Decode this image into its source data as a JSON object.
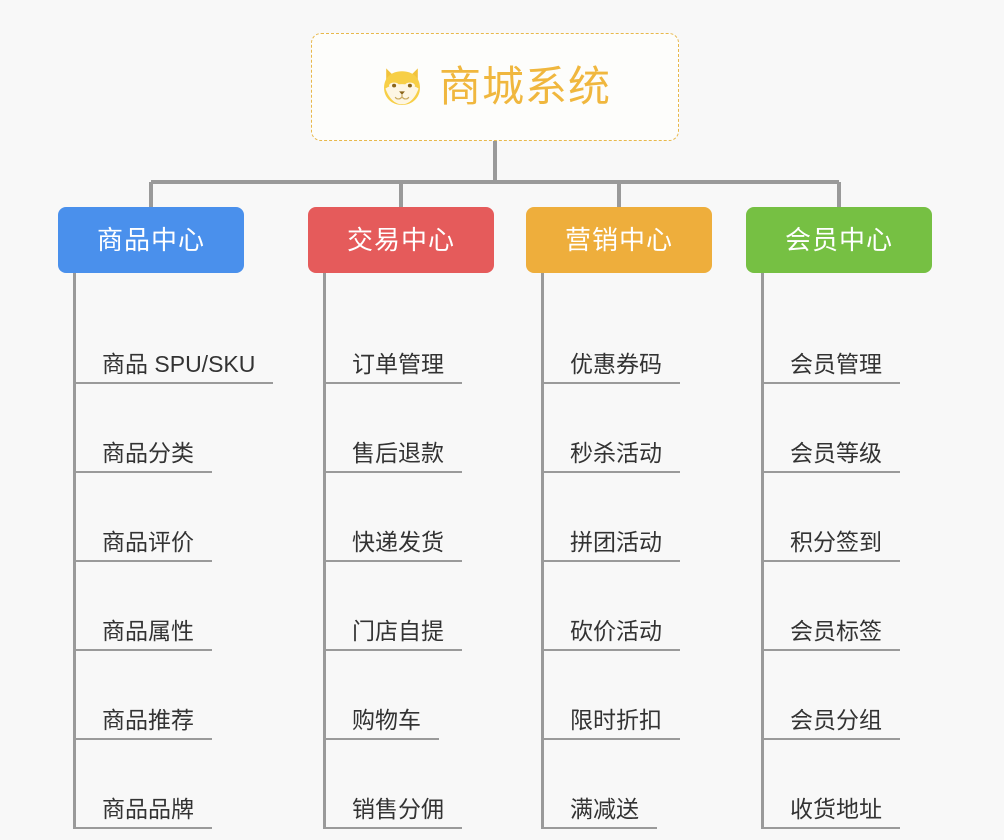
{
  "background_color": "#f8f8f8",
  "root": {
    "title": "商城系统",
    "icon": "shiba-dog-emoji",
    "text_color": "#f0b73e",
    "border_color": "#e8b84b"
  },
  "branches": [
    {
      "label": "商品中心",
      "color": "#4a90ec",
      "items": [
        "商品 SPU/SKU",
        "商品分类",
        "商品评价",
        "商品属性",
        "商品推荐",
        "商品品牌"
      ]
    },
    {
      "label": "交易中心",
      "color": "#e55b5b",
      "items": [
        "订单管理",
        "售后退款",
        "快递发货",
        "门店自提",
        "购物车",
        "销售分佣"
      ]
    },
    {
      "label": "营销中心",
      "color": "#eeae3c",
      "items": [
        "优惠券码",
        "秒杀活动",
        "拼团活动",
        "砍价活动",
        "限时折扣",
        "满减送"
      ]
    },
    {
      "label": "会员中心",
      "color": "#76c043",
      "items": [
        "会员管理",
        "会员等级",
        "积分签到",
        "会员标签",
        "会员分组",
        "收货地址"
      ]
    }
  ],
  "connector_color": "#9a9a9a"
}
